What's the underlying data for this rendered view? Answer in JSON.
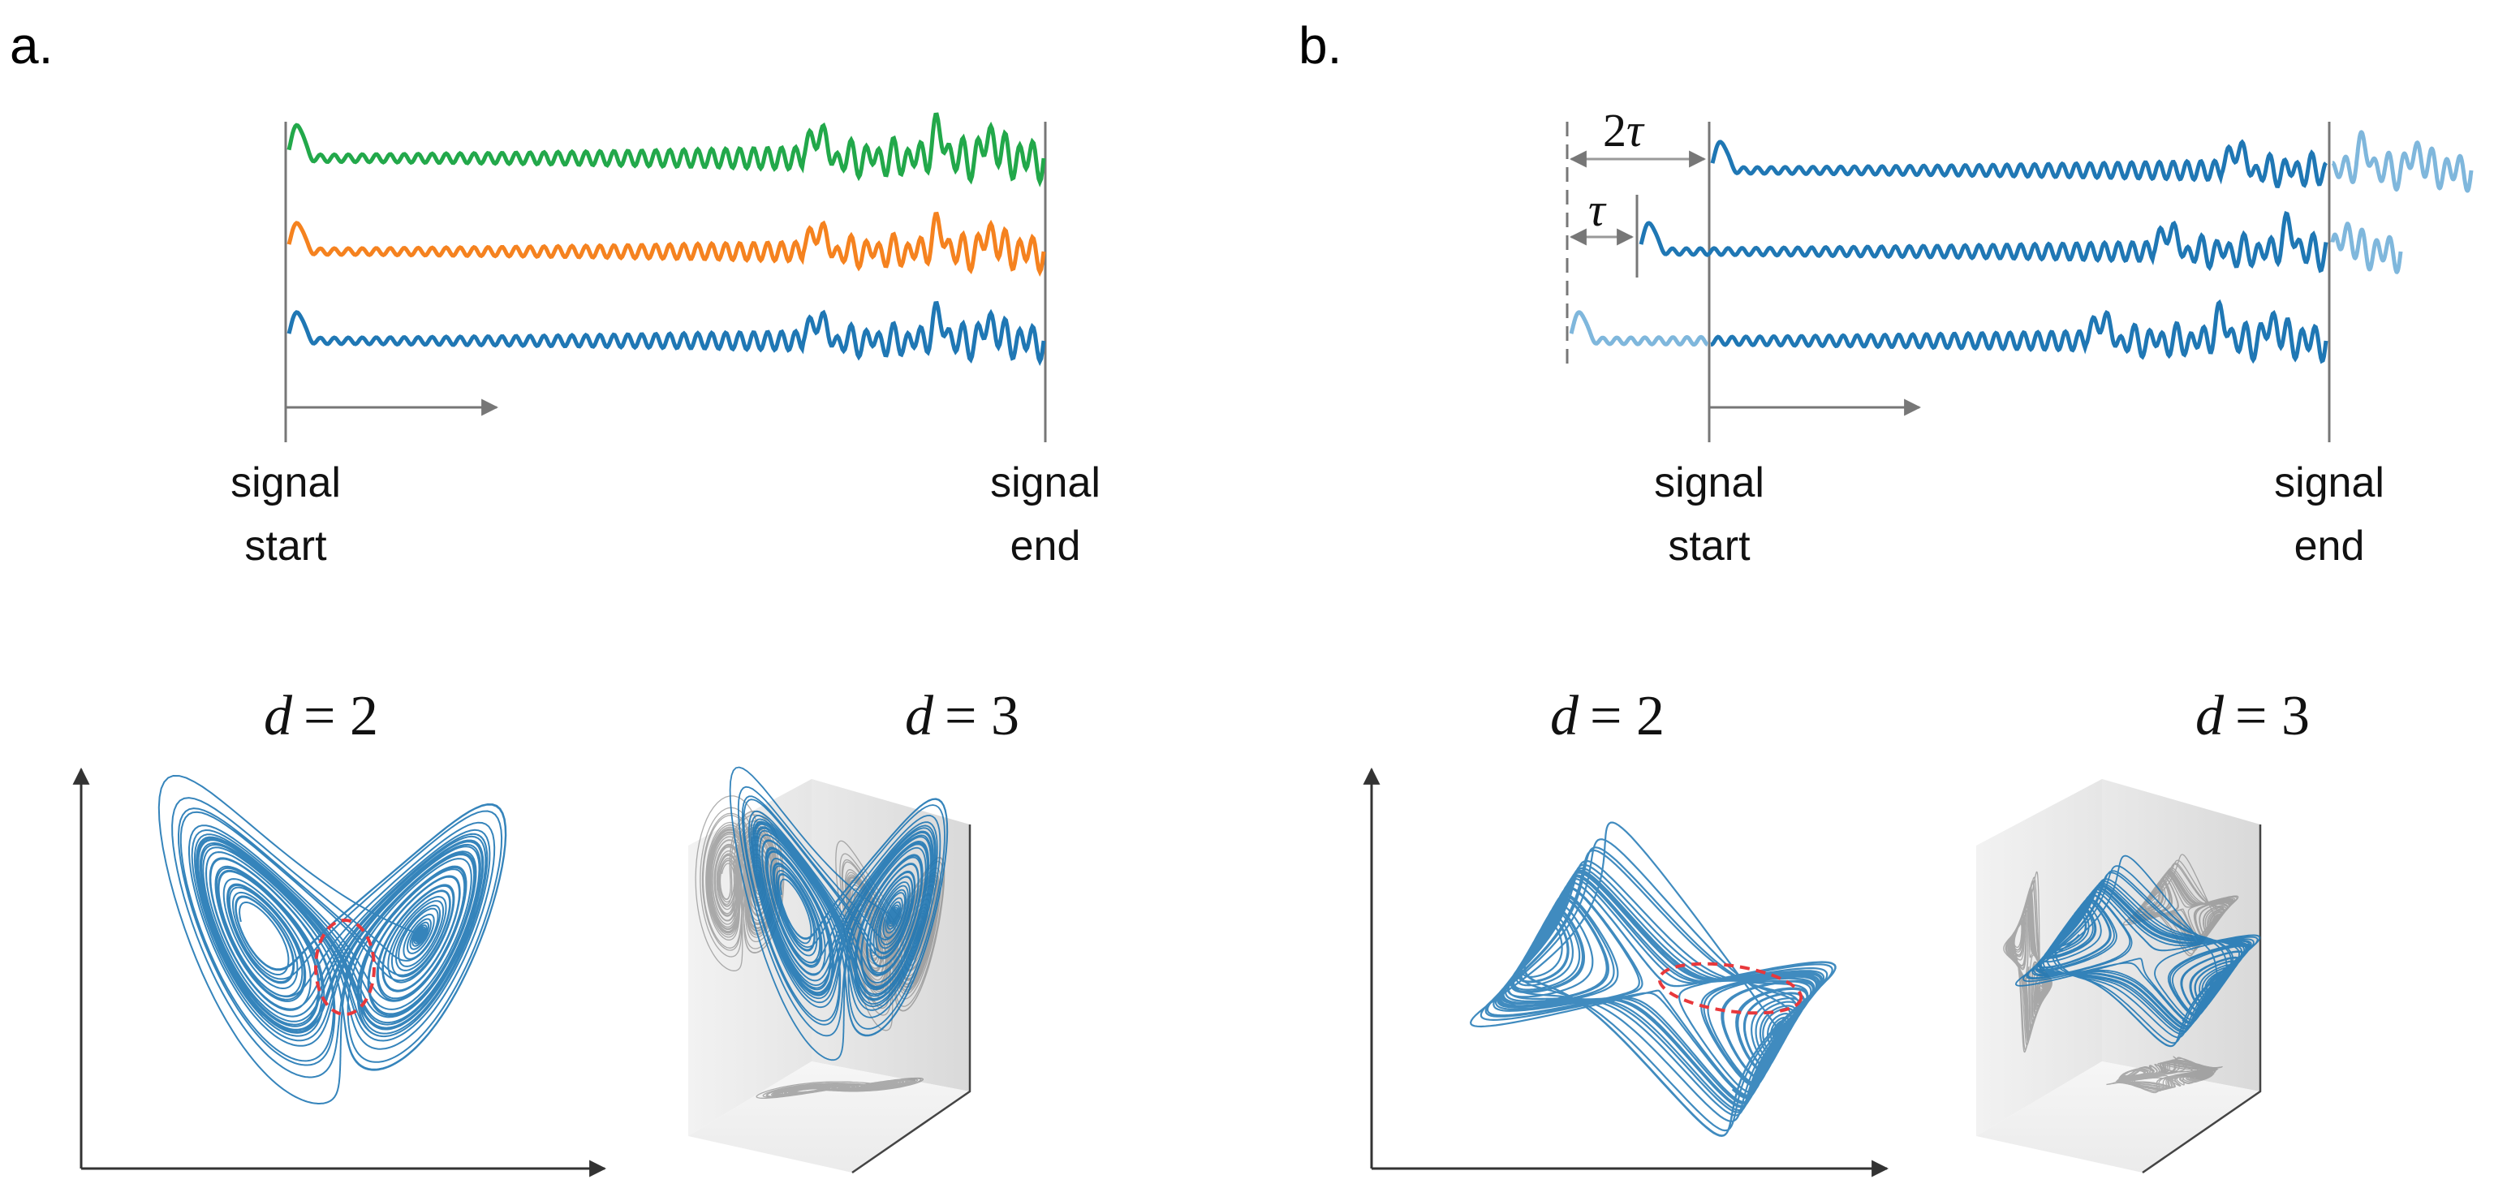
{
  "panels": [
    {
      "label": "a.",
      "start_label": [
        "signal",
        "start"
      ],
      "end_label": [
        "signal",
        "end"
      ],
      "dims": [
        {
          "var": "d",
          "eq": "= 2"
        },
        {
          "var": "d",
          "eq": "= 3"
        }
      ]
    },
    {
      "label": "b.",
      "start_label": [
        "signal",
        "start"
      ],
      "end_label": [
        "signal",
        "end"
      ],
      "delay_1": "τ",
      "delay_2_num": "2",
      "delay_2_sym": "τ",
      "dims": [
        {
          "var": "d",
          "eq": "= 2"
        },
        {
          "var": "d",
          "eq": "= 3"
        }
      ]
    }
  ],
  "colors": {
    "green": "#22a84a",
    "orange": "#f5821f",
    "blue": "#1f77b4",
    "light_blue": "#7fb7dc",
    "red_dash": "#e8383c",
    "gray_axis": "#777777",
    "gray_traj": "#7a7a7a"
  },
  "icons": {
    "attractor": "lorenz-attractor-icon",
    "time_arrow": "arrow-right-icon"
  }
}
